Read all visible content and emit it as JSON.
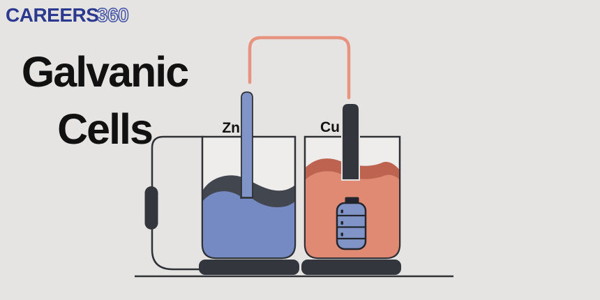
{
  "logo": {
    "brand": "CAREERS",
    "suffix": "360"
  },
  "title": {
    "line1": "Galvanic",
    "line2": "Cells"
  },
  "diagram": {
    "left_cell": {
      "electrode_label": "Zn",
      "electrode_type": "zinc-rod",
      "solution": "blue-electrolyte"
    },
    "right_cell": {
      "electrode_label": "Cu",
      "electrode_type": "copper-rod",
      "solution": "salmon-electrolyte",
      "submerged_item": "battery-icon"
    }
  },
  "colors": {
    "bg": "#e5e4e2",
    "ink": "#111111",
    "brand": "#2b3a8f",
    "brand_stroke": "#4253a4",
    "dark": "#33363d",
    "line": "#2e3136",
    "glass": "#eeedec",
    "blue": "#7589c2",
    "blue_light": "#8094c8",
    "wave_dark": "#42464e",
    "salmon": "#e08a74",
    "wave_red": "#bd6350",
    "wire_salmon": "#e8937f",
    "battery_ink": "#23262c"
  }
}
